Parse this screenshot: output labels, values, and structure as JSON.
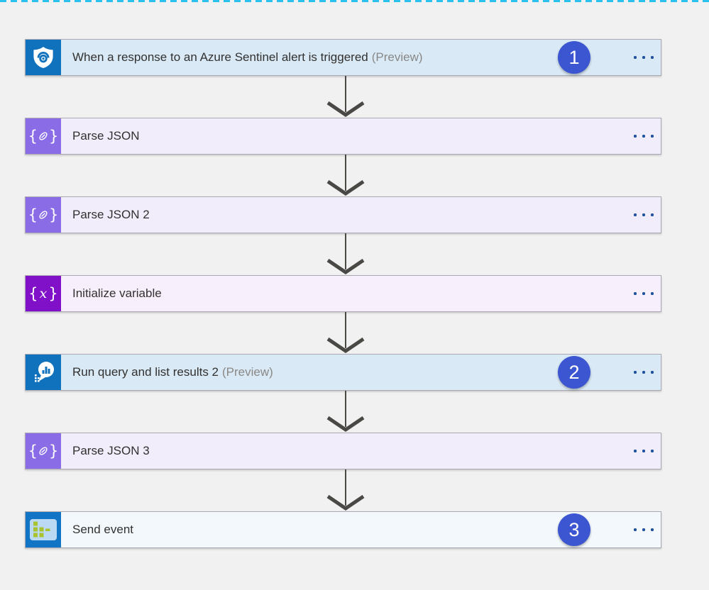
{
  "canvas": {
    "background": "#f1f1f1",
    "selection_dash_color": "#2ac1ef",
    "arrow_color": "#4a4845",
    "badge_color": "#3c55d1",
    "ellipsis_color": "#2052a0"
  },
  "steps": [
    {
      "title": "When a response to an Azure Sentinel alert is triggered",
      "preview_label": "(Preview)",
      "badge": "1",
      "icon": "azure-sentinel-icon",
      "icon_bg": "#1072bc",
      "card_bg": "#d9eaf6"
    },
    {
      "title": "Parse JSON",
      "icon": "parse-json-icon",
      "icon_bg": "#8a6ce6",
      "card_bg": "#f1edfb"
    },
    {
      "title": "Parse JSON 2",
      "icon": "parse-json-icon",
      "icon_bg": "#8a6ce6",
      "card_bg": "#f1edfb"
    },
    {
      "title": "Initialize variable",
      "icon": "initialize-variable-icon",
      "icon_bg": "#8111c9",
      "card_bg": "#f7effb"
    },
    {
      "title": "Run query and list results 2",
      "preview_label": "(Preview)",
      "badge": "2",
      "icon": "azure-monitor-logs-icon",
      "icon_bg": "#1072bc",
      "card_bg": "#d9eaf6"
    },
    {
      "title": "Parse JSON 3",
      "icon": "parse-json-icon",
      "icon_bg": "#8a6ce6",
      "card_bg": "#f1edfb"
    },
    {
      "title": "Send event",
      "badge": "3",
      "icon": "event-hubs-icon",
      "icon_bg": "#1174c4",
      "card_bg": "#f3f8fc"
    }
  ]
}
